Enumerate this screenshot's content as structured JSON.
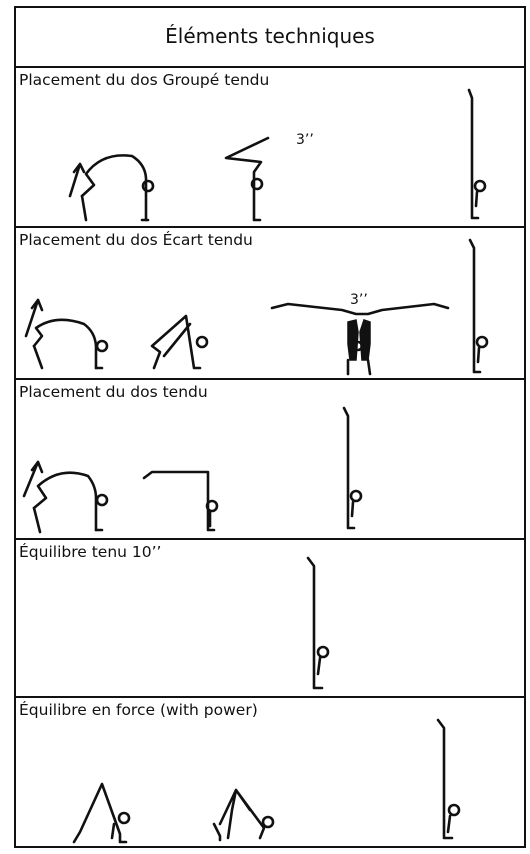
{
  "header": {
    "title": "Éléments techniques"
  },
  "rows": [
    {
      "label": "Placement du dos Groupé tendu",
      "hold": "3’’"
    },
    {
      "label": "Placement du dos Écart tendu",
      "hold": "3’’"
    },
    {
      "label": "Placement du dos tendu"
    },
    {
      "label": "Équilibre tenu 10’’"
    },
    {
      "label": "Équilibre en force (with power)"
    }
  ]
}
